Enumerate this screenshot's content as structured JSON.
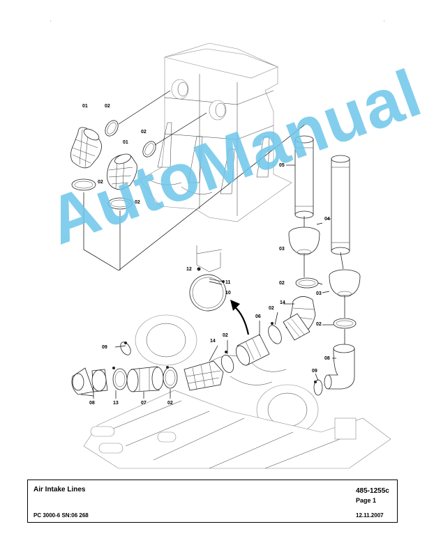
{
  "title_block": {
    "title": "Air Intake Lines",
    "doc_number": "485-1255c",
    "page": "Page 1",
    "model": "PC 3000-6 SN:06 268",
    "date": "12.11.2007"
  },
  "watermark": "AutoManual",
  "callouts": {
    "c01a": "01",
    "c02a": "02",
    "c02b": "02",
    "c01b": "01",
    "c02c": "02",
    "c02d": "02",
    "c05": "05",
    "c04": "04",
    "c03a": "03",
    "c03b": "03",
    "c02e": "02",
    "c02f": "02",
    "c14a": "14",
    "c12": "12",
    "c11": "11",
    "c10": "10",
    "c06": "06",
    "c02g": "02",
    "c08a": "08",
    "c09a": "09",
    "c14b": "14",
    "c02h": "02",
    "c09b": "09",
    "c08b": "08",
    "c13": "13",
    "c07": "07",
    "c02i": "02"
  }
}
